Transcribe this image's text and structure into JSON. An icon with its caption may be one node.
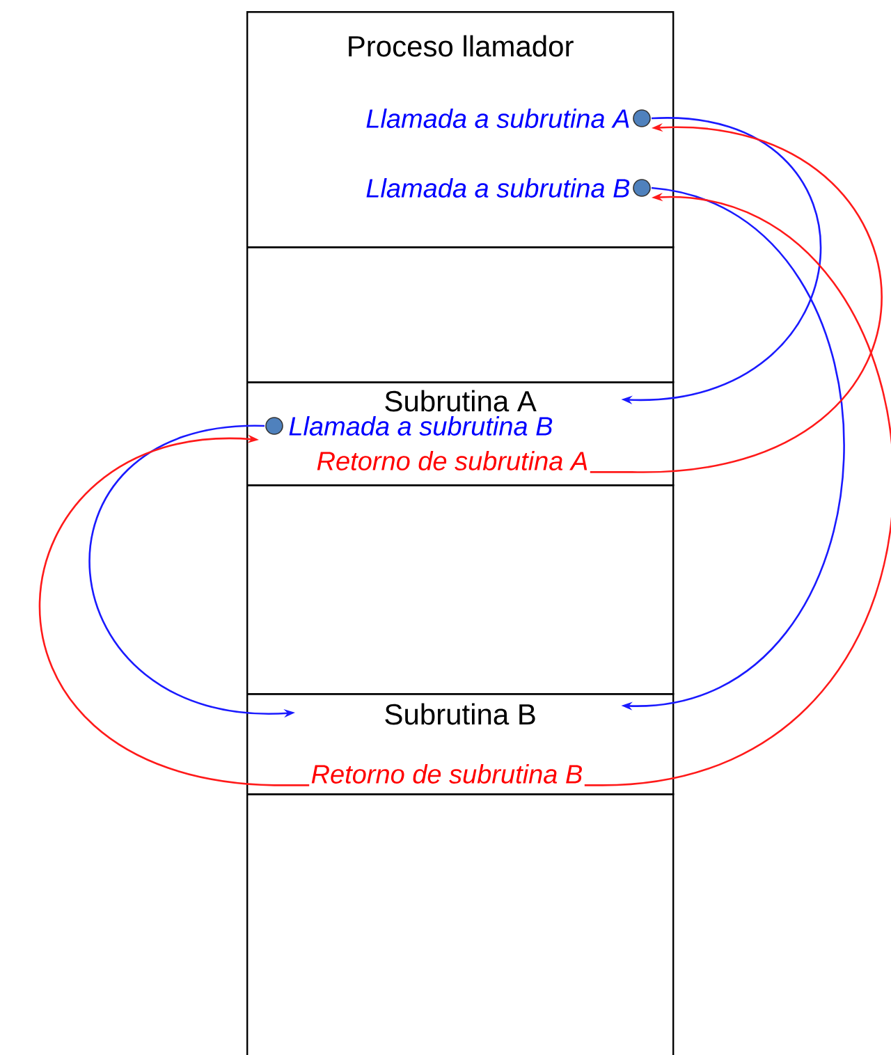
{
  "diagram": {
    "nodes": [
      {
        "text": [
          "Proceso llamador"
        ]
      },
      {
        "text": [
          "Llamada a subrutina A"
        ],
        "in": 0
      },
      {
        "text": [
          "Llamada a subrutina B"
        ],
        "in": 0
      },
      {
        "text": [],
        "shape": "box"
      },
      {
        "text": [
          "Subrutina A"
        ]
      },
      {
        "text": [
          "Llamada a subrutina B"
        ],
        "in": 4
      },
      {
        "text": [
          "Retorno de subrutina A"
        ],
        "in": 4
      },
      {
        "text": [],
        "shape": "box"
      },
      {
        "text": [
          "Subrutina B"
        ]
      },
      {
        "text": [
          "Retorno de subrutina B"
        ],
        "in": 8
      },
      {
        "text": [],
        "shape": "box"
      }
    ],
    "edges": [
      {
        "from": 1,
        "to": 4,
        "arrow": "to",
        "color": "#1a1aff"
      },
      {
        "from": 2,
        "to": 8,
        "arrow": "to",
        "color": "#1a1aff"
      },
      {
        "from": 5,
        "to": 8,
        "arrow": "to",
        "color": "#1a1aff"
      },
      {
        "from": 6,
        "to": 1,
        "arrow": "to",
        "color": "#ff1a1a"
      },
      {
        "from": 9,
        "to": 2,
        "arrow": "to",
        "color": "#ff1a1a"
      },
      {
        "from": 9,
        "to": 5,
        "arrow": "to",
        "color": "#ff1a1a"
      }
    ]
  }
}
